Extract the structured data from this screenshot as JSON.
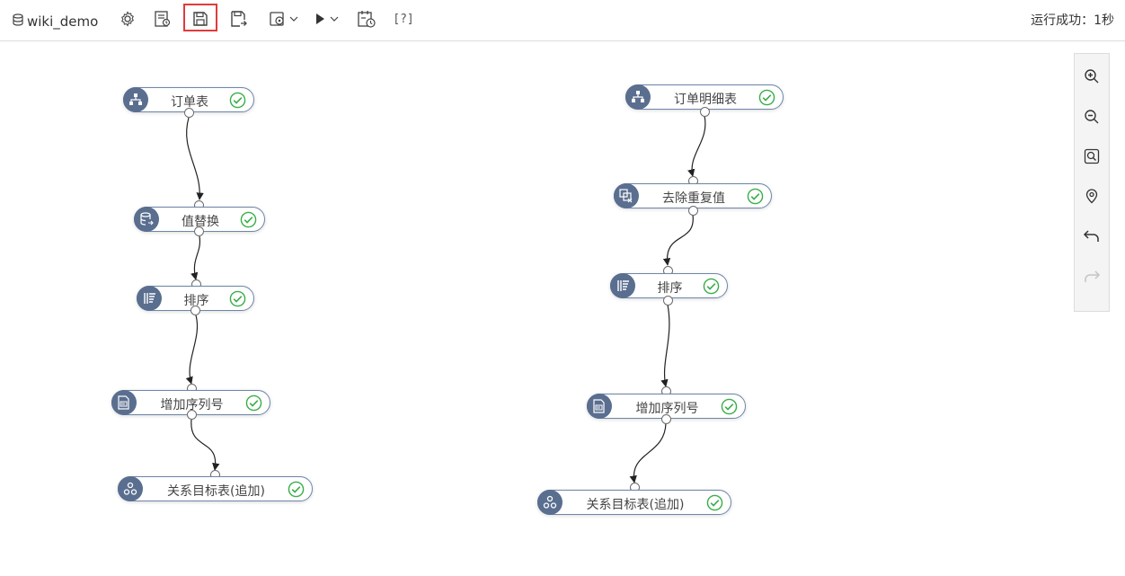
{
  "toolbar": {
    "project_name": "wiki_demo",
    "help_label": "[?]",
    "status": "运行成功：1秒"
  },
  "flows": [
    {
      "nodes": [
        {
          "label": "订单表",
          "icon": "table-icon"
        },
        {
          "label": "值替换",
          "icon": "replace-icon"
        },
        {
          "label": "排序",
          "icon": "sort-icon"
        },
        {
          "label": "增加序列号",
          "icon": "sequence-icon"
        },
        {
          "label": "关系目标表(追加)",
          "icon": "target-icon"
        }
      ]
    },
    {
      "nodes": [
        {
          "label": "订单明细表",
          "icon": "table-icon"
        },
        {
          "label": "去除重复值",
          "icon": "dedupe-icon"
        },
        {
          "label": "排序",
          "icon": "sort-icon"
        },
        {
          "label": "增加序列号",
          "icon": "sequence-icon"
        },
        {
          "label": "关系目标表(追加)",
          "icon": "target-icon"
        }
      ]
    }
  ],
  "colors": {
    "node_border": "#6d86a8",
    "node_icon_bg": "#5a6e8f",
    "success": "#3aae49",
    "highlight": "#e03b3b"
  }
}
